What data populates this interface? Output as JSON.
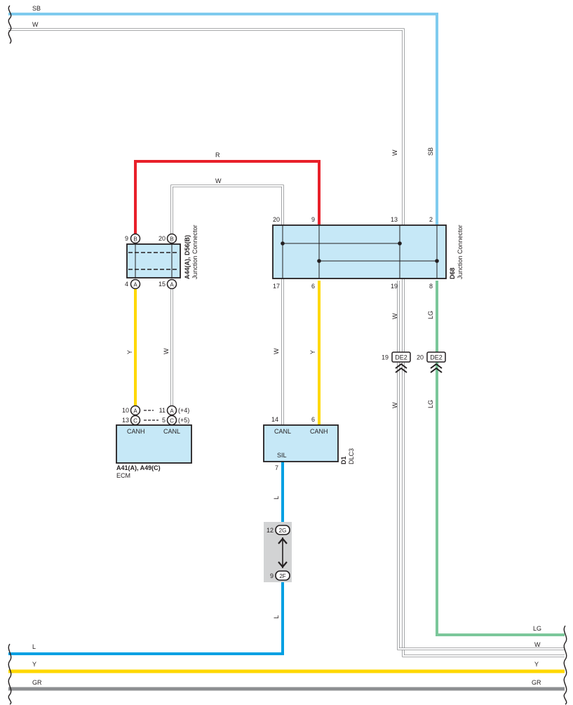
{
  "colors": {
    "SB": "#7fcbee",
    "L": "#00a0e3",
    "R": "#e8202a",
    "Y": "#ffd800",
    "LG": "#7bc79a",
    "GR": "#8d8f92",
    "box_fill": "#c6e8f7",
    "splice_fill": "#d2d3d4"
  },
  "wire_labels": {
    "sb_top": "SB",
    "w_top": "W",
    "r_loop": "R",
    "w_loop": "W",
    "w_vert_right": "W",
    "sb_vert_right": "SB",
    "y_left": "Y",
    "w_left": "W",
    "w_mid": "W",
    "y_mid": "Y",
    "w_below_jc": "W",
    "lg_below_jc": "LG",
    "w_below_de2": "W",
    "lg_below_de2": "LG",
    "l_upper": "L",
    "l_lower": "L",
    "l_bottom": "L",
    "y_bottom": "Y",
    "gr_bottom": "GR",
    "lg_bottom_right": "LG",
    "w_bottom_right": "W",
    "y_bottom_right": "Y",
    "gr_bottom_right": "GR"
  },
  "jc_left": {
    "name": "A44(A), D56(B)",
    "desc": "Junction Connector",
    "pin_9": "9",
    "pin_20": "20",
    "pin_4": "4",
    "pin_15": "15",
    "code_b1": "B",
    "code_b2": "B",
    "code_a1": "A",
    "code_a2": "A"
  },
  "jc_right": {
    "name": "D68",
    "desc": "Junction Connector",
    "pin_20": "20",
    "pin_9": "9",
    "pin_13": "13",
    "pin_2": "2",
    "pin_17": "17",
    "pin_6": "6",
    "pin_19": "19",
    "pin_8": "8"
  },
  "ecm": {
    "name": "A41(A), A49(C)",
    "desc": "ECM",
    "canh": "CANH",
    "canl": "CANL",
    "pin_10": "10",
    "pin_13": "13",
    "pin_11": "11",
    "pin_5": "5",
    "code_a1": "A",
    "code_c1": "C",
    "code_a2": "A",
    "code_c2": "C",
    "note_plus4": "(+4)",
    "note_plus5": "(+5)"
  },
  "dlc3": {
    "name": "D1",
    "desc": "DLC3",
    "canl": "CANL",
    "canh": "CANH",
    "sil": "SIL",
    "pin_14": "14",
    "pin_6": "6",
    "pin_7": "7"
  },
  "de2_left": {
    "pin": "19",
    "code": "DE2"
  },
  "de2_right": {
    "pin": "20",
    "code": "DE2"
  },
  "splice": {
    "pin_12": "12",
    "code_2g": "2G",
    "pin_9": "9",
    "code_2f": "2F"
  }
}
